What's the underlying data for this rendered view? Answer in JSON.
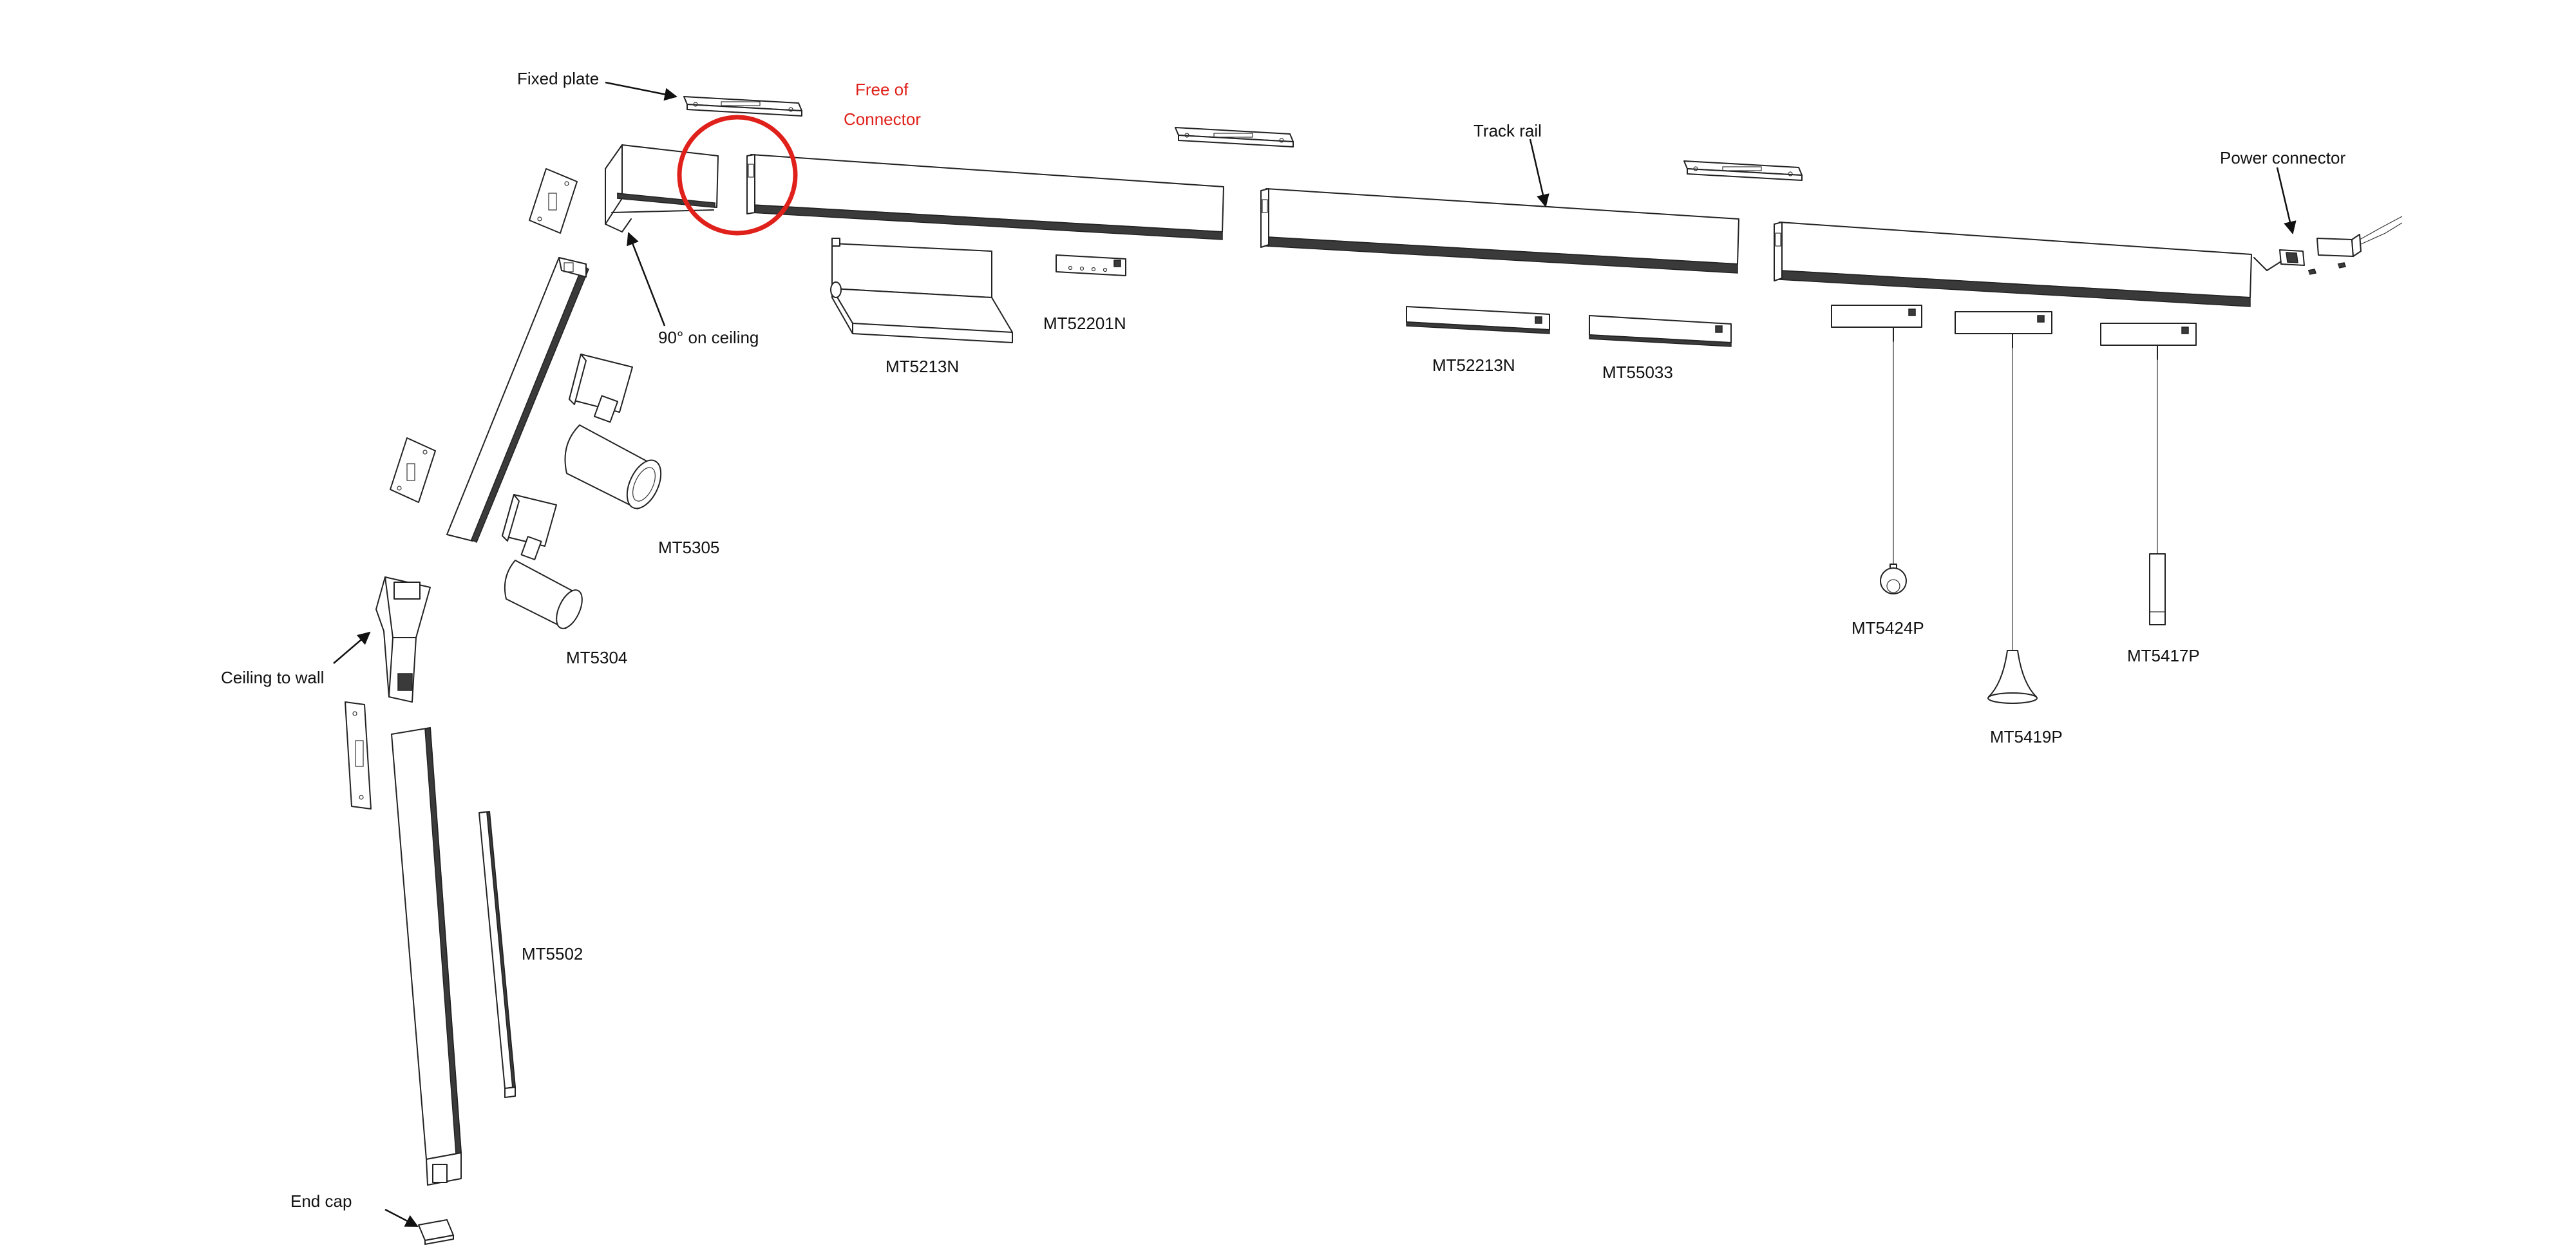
{
  "labels": {
    "fixed_plate": "Fixed plate",
    "free_of": "Free of",
    "connector": "Connector",
    "track_rail": "Track rail",
    "power_connector": "Power connector",
    "ninety_on_ceiling": "90° on ceiling",
    "ceiling_to_wall": "Ceiling to wall",
    "end_cap": "End cap"
  },
  "models": {
    "mt5213n": "MT5213N",
    "mt52201n": "MT52201N",
    "mt52213n": "MT52213N",
    "mt55033": "MT55033",
    "mt5305": "MT5305",
    "mt5304": "MT5304",
    "mt5502": "MT5502",
    "mt5424p": "MT5424P",
    "mt5419p": "MT5419P",
    "mt5417p": "MT5417P"
  },
  "colors": {
    "line": "#222222",
    "highlight": "#e0201a",
    "text": "#111111"
  },
  "icons": {
    "highlight": "red-circle-highlight",
    "arrow": "leader-arrow"
  }
}
